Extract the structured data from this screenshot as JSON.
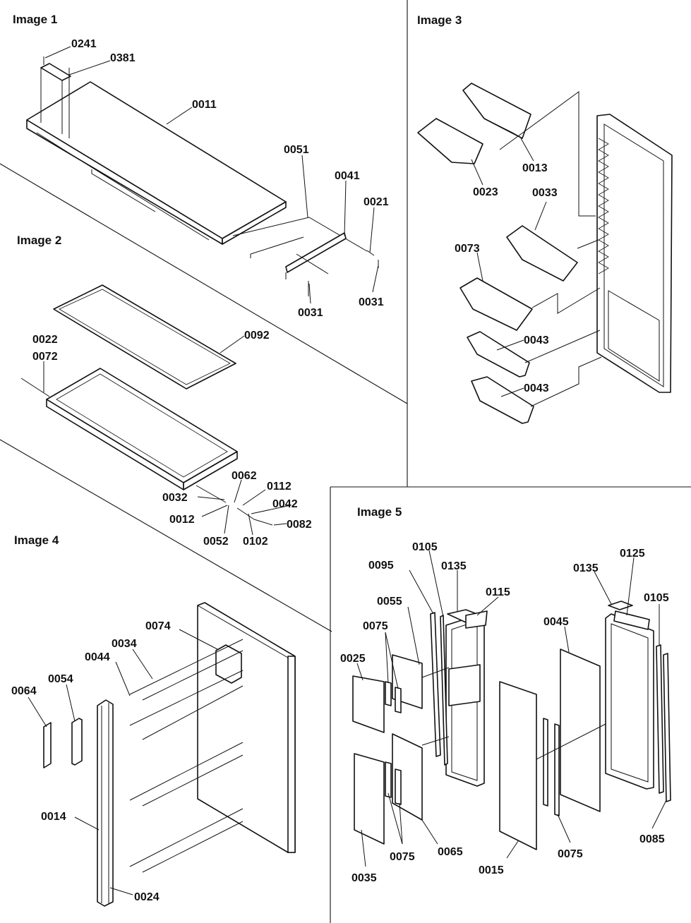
{
  "panels": {
    "image1": {
      "title": "Image 1",
      "callouts": [
        "0241",
        "0381",
        "0011",
        "0051",
        "0041",
        "0021",
        "0031",
        "0031"
      ]
    },
    "image2": {
      "title": "Image 2",
      "callouts": [
        "0092",
        "0022",
        "0072",
        "0062",
        "0112",
        "0032",
        "0042",
        "0012",
        "0082",
        "0052",
        "0102"
      ]
    },
    "image3": {
      "title": "Image 3",
      "callouts": [
        "0013",
        "0023",
        "0033",
        "0073",
        "0043",
        "0043"
      ]
    },
    "image4": {
      "title": "Image 4",
      "callouts": [
        "0074",
        "0034",
        "0044",
        "0064",
        "0054",
        "0014",
        "0024"
      ]
    },
    "image5": {
      "title": "Image 5",
      "callouts": [
        "0105",
        "0135",
        "0095",
        "0115",
        "0055",
        "0075",
        "0025",
        "0075",
        "0065",
        "0035",
        "0015",
        "0075",
        "0125",
        "0135",
        "0105",
        "0045",
        "0085"
      ]
    }
  },
  "colors": {
    "line": "#111111",
    "background": "#ffffff"
  }
}
